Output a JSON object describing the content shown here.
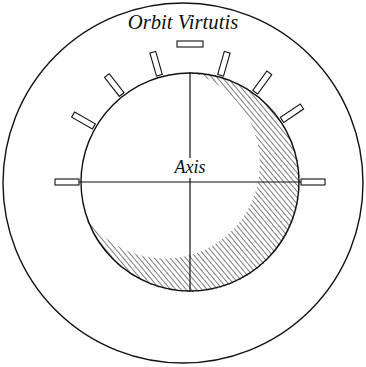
{
  "diagram": {
    "nodes": [
      {
        "text": [
          "Orbit Virtutis"
        ]
      },
      {
        "text": [
          "Axis"
        ],
        "in": 0
      }
    ]
  }
}
